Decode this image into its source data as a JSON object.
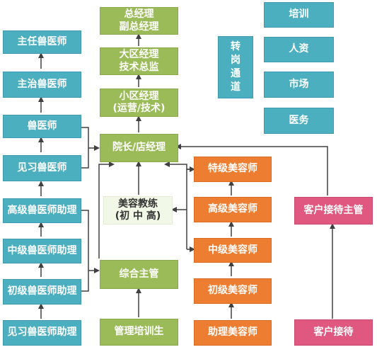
{
  "vet_track": [
    {
      "key": "chief",
      "label": "主任兽医师"
    },
    {
      "key": "attending",
      "label": "主治兽医师"
    },
    {
      "key": "vet",
      "label": "兽医师"
    },
    {
      "key": "intern_vet",
      "label": "见习兽医师"
    },
    {
      "key": "senior_asst",
      "label": "高级兽医师助理"
    },
    {
      "key": "mid_asst",
      "label": "中级兽医师助理"
    },
    {
      "key": "junior_asst",
      "label": "初级兽医师助理"
    },
    {
      "key": "intern_asst",
      "label": "见习兽医师助理"
    }
  ],
  "mgmt_track": [
    {
      "key": "gm",
      "label": "总经理\n副总经理"
    },
    {
      "key": "regional",
      "label": "大区经理\n技术总监"
    },
    {
      "key": "area",
      "label": "小区经理\n(运营/技术)"
    },
    {
      "key": "director",
      "label": "院长/店经理"
    },
    {
      "key": "coach",
      "label": "美容教练\n(初 中 高)"
    },
    {
      "key": "admin",
      "label": "综合主管"
    },
    {
      "key": "trainee",
      "label": "管理培训生"
    }
  ],
  "groom_track": [
    {
      "key": "special",
      "label": "特级美容师"
    },
    {
      "key": "senior",
      "label": "高级美容师"
    },
    {
      "key": "mid",
      "label": "中级美容师"
    },
    {
      "key": "junior",
      "label": "初级美容师"
    },
    {
      "key": "assistant",
      "label": "助理美容师"
    }
  ],
  "reception_track": [
    {
      "key": "recep_super",
      "label": "客户接待主管"
    },
    {
      "key": "recep",
      "label": "客户接待"
    }
  ],
  "transfer_label": "转\n岗\n通\n道",
  "departments": [
    "培训",
    "人资",
    "市场",
    "医务"
  ],
  "colors": {
    "vet": "#4bafc0",
    "mgmt": "#9bbb59",
    "groom": "#ed7d31",
    "reception": "#e05880",
    "arrow": "#404040"
  }
}
